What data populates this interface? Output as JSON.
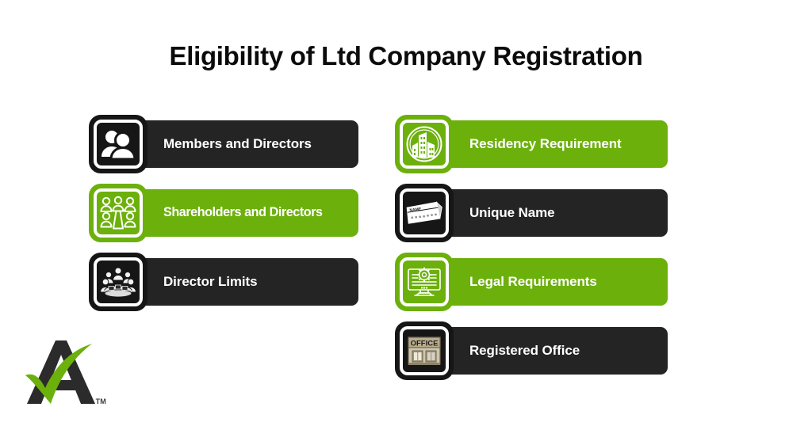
{
  "page": {
    "title": "Eligibility of Ltd Company Registration",
    "background_color": "#ffffff"
  },
  "colors": {
    "green": "#6cb00c",
    "dark": "#242424",
    "icon_dark": "#161616",
    "text_on_bar": "#ffffff",
    "title_text": "#0b0b0b"
  },
  "left_column": {
    "items": [
      {
        "label": "Members and Directors",
        "style": "dark",
        "icon": "two-people-icon"
      },
      {
        "label": "Shareholders and Directors",
        "style": "green",
        "icon": "group-of-people-icon"
      },
      {
        "label": "Director Limits",
        "style": "dark",
        "icon": "boardroom-meeting-icon"
      }
    ]
  },
  "right_column": {
    "items": [
      {
        "label": "Residency Requirement",
        "style": "green",
        "icon": "city-buildings-icon"
      },
      {
        "label": "Unique Name",
        "style": "dark",
        "icon": "name-card-icon"
      },
      {
        "label": "Legal Requirements",
        "style": "green",
        "icon": "monitor-gear-icon"
      },
      {
        "label": "Registered Office",
        "style": "dark",
        "icon": "office-building-sign-icon"
      }
    ]
  },
  "logo": {
    "mark": "A-with-green-check",
    "trademark": "TM"
  },
  "icon_labels": {
    "name_card_text": "NAME",
    "office_sign_text": "OFFICE"
  }
}
